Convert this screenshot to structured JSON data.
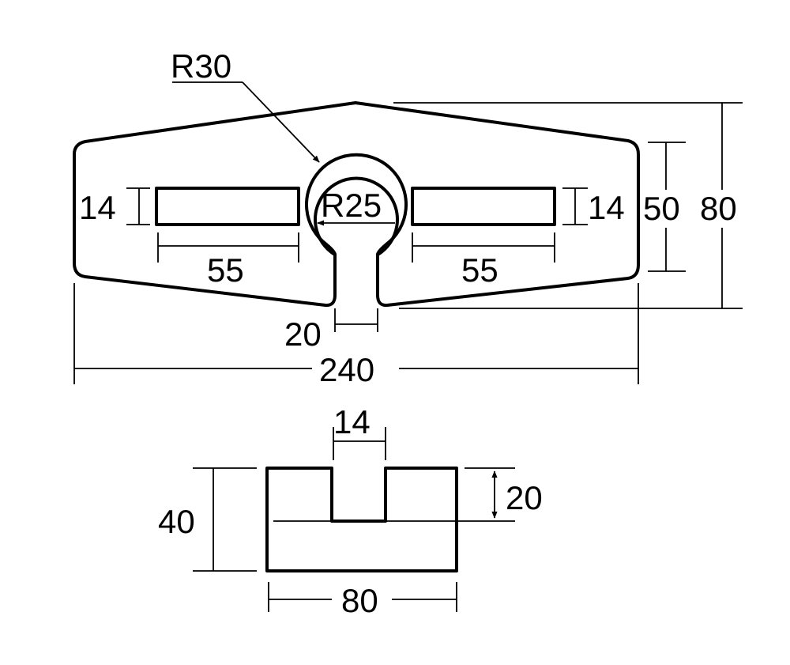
{
  "top_view": {
    "labels": {
      "r30": "R30",
      "r25": "R25",
      "slot_left_height": "14",
      "slot_right_height": "14",
      "slot_left_length": "55",
      "slot_right_length": "55",
      "neck_width": "20",
      "overall_width": "240",
      "edge_height": "50",
      "total_height": "80"
    }
  },
  "side_view": {
    "labels": {
      "groove_width": "14",
      "groove_depth": "20",
      "height": "40",
      "width": "80"
    }
  }
}
